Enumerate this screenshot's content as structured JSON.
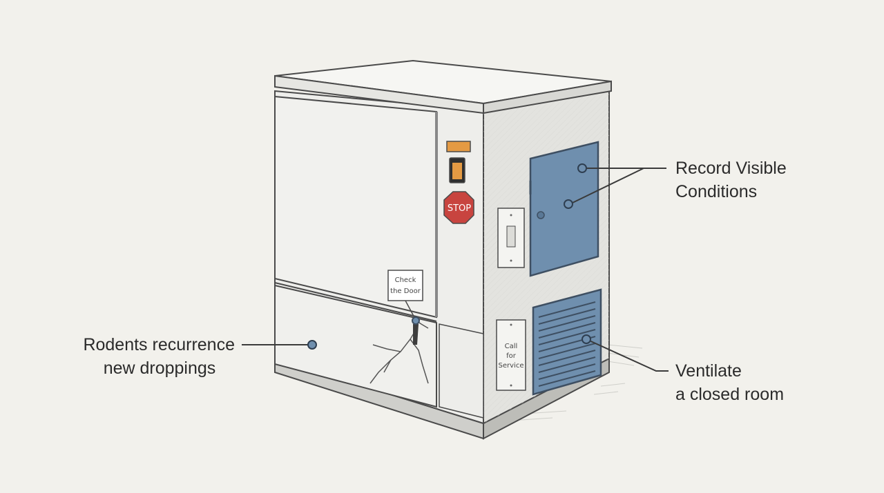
{
  "labels": {
    "record": {
      "line1": "Record Visible",
      "line2": "Conditions"
    },
    "ventilate": {
      "line1": "Ventilate",
      "line2": "a closed room"
    },
    "rodents": {
      "line1": "Rodents recurrence",
      "line2": "new droppings"
    }
  },
  "decals": {
    "stop": "STOP",
    "check_door": {
      "line1": "Check",
      "line2": "the Door"
    },
    "call_service": {
      "line1": "Call",
      "line2": "for",
      "line3": "Service"
    }
  },
  "colors": {
    "background": "#f2f1ec",
    "blue_panel": "#6f8fae",
    "stop_red": "#c8443f",
    "amber": "#e49a43",
    "outline": "#4a4a4a"
  }
}
